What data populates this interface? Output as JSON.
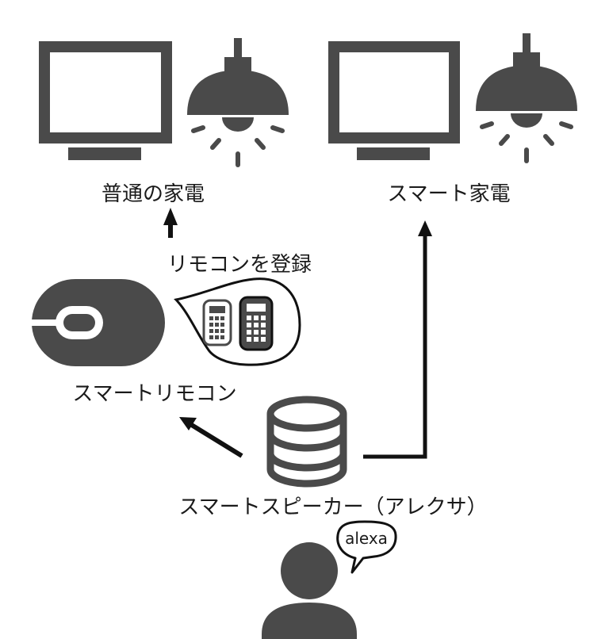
{
  "labels": {
    "normal_appliance": "普通の家電",
    "smart_appliance": "スマート家電",
    "register_remote": "リモコンを登録",
    "smart_remote": "スマートリモコン",
    "smart_speaker": "スマートスピーカー（アレクサ）",
    "speech": "alexa"
  },
  "colors": {
    "icon": "#4a4a4a",
    "line": "#111111",
    "background": "#ffffff"
  },
  "icons": [
    "monitor-icon",
    "pendant-lamp-icon",
    "remote-control-icon",
    "database-icon",
    "person-icon",
    "speech-bubble-icon"
  ]
}
